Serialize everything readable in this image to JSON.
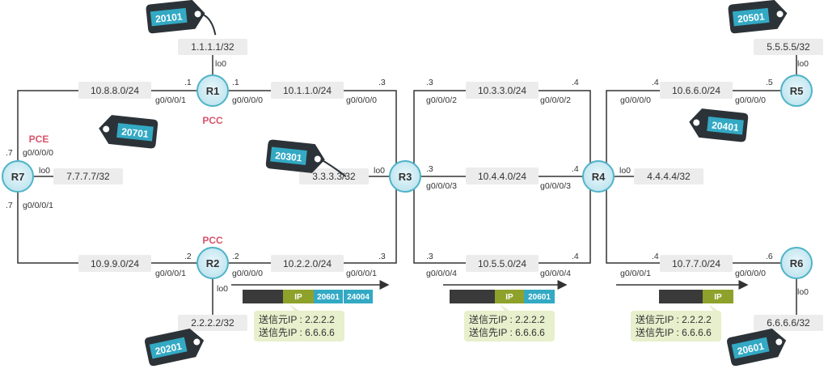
{
  "routers": {
    "r1": {
      "name": "R1",
      "role": "PCC"
    },
    "r2": {
      "name": "R2",
      "role": "PCC"
    },
    "r3": {
      "name": "R3"
    },
    "r4": {
      "name": "R4"
    },
    "r5": {
      "name": "R5"
    },
    "r6": {
      "name": "R6"
    },
    "r7": {
      "name": "R7",
      "role": "PCE"
    }
  },
  "loopbacks": {
    "r1": {
      "addr": "1.1.1.1/32",
      "if": "lo0",
      "sid": "20101"
    },
    "r2": {
      "addr": "2.2.2.2/32",
      "if": "lo0",
      "sid": "20201"
    },
    "r3": {
      "addr": "3.3.3.3/32",
      "if": "lo0",
      "sid": "20301"
    },
    "r4": {
      "addr": "4.4.4.4/32",
      "if": "lo0",
      "sid": "20401"
    },
    "r5": {
      "addr": "5.5.5.5/32",
      "if": "lo0",
      "sid": "20501"
    },
    "r6": {
      "addr": "6.6.6.6/32",
      "if": "lo0",
      "sid": "20601"
    },
    "r7": {
      "addr": "7.7.7.7/32",
      "if": "lo0",
      "sid": "20701"
    }
  },
  "links": {
    "r7r1": {
      "net": "10.8.8.0/24",
      "a_host": ".7",
      "a_if": "g0/0/0/0",
      "b_host": ".1",
      "b_if": "g0/0/0/1"
    },
    "r7r2": {
      "net": "10.9.9.0/24",
      "a_host": ".7",
      "a_if": "g0/0/0/1",
      "b_host": ".2",
      "b_if": "g0/0/0/1"
    },
    "r1r3": {
      "net": "10.1.1.0/24",
      "a_host": ".1",
      "a_if": "g0/0/0/0",
      "b_host": ".3",
      "b_if": "g0/0/0/0"
    },
    "r2r3": {
      "net": "10.2.2.0/24",
      "a_host": ".2",
      "a_if": "g0/0/0/0",
      "b_host": ".3",
      "b_if": "g0/0/0/1"
    },
    "r3r4a": {
      "net": "10.3.3.0/24",
      "a_host": ".3",
      "a_if": "g0/0/0/2",
      "b_host": ".4",
      "b_if": "g0/0/0/2"
    },
    "r3r4b": {
      "net": "10.4.4.0/24",
      "a_host": ".3",
      "a_if": "g0/0/0/3",
      "b_host": ".4",
      "b_if": "g0/0/0/3"
    },
    "r3r4c": {
      "net": "10.5.5.0/24",
      "a_host": ".3",
      "a_if": "g0/0/0/4",
      "b_host": ".4",
      "b_if": "g0/0/0/4"
    },
    "r4r5": {
      "net": "10.6.6.0/24",
      "a_host": ".4",
      "a_if": "g0/0/0/0",
      "b_host": ".5",
      "b_if": "g0/0/0/0"
    },
    "r4r6": {
      "net": "10.7.7.0/24",
      "a_host": ".4",
      "a_if": "g0/0/0/1",
      "b_host": ".6",
      "b_if": "g0/0/0/0"
    }
  },
  "packets": {
    "p1": {
      "ip": "IP",
      "labels": [
        "20601",
        "24004"
      ]
    },
    "p2": {
      "ip": "IP",
      "labels": [
        "20601"
      ]
    },
    "p3": {
      "ip": "IP",
      "labels": []
    }
  },
  "notes": {
    "n1": {
      "src": "送信元IP : 2.2.2.2",
      "dst": "送信先IP : 6.6.6.6"
    },
    "n2": {
      "src": "送信元IP : 2.2.2.2",
      "dst": "送信先IP : 6.6.6.6"
    },
    "n3": {
      "src": "送信元IP : 2.2.2.2",
      "dst": "送信先IP : 6.6.6.6"
    }
  },
  "colors": {
    "router": "#4fb3c8",
    "tag": "#2c3338",
    "sid": "#33a9c4",
    "label": "#33a9c4",
    "ip": "#8ea22b",
    "payload": "#3a3a3a",
    "note": "#e7efcc",
    "role": "#d9546a"
  }
}
